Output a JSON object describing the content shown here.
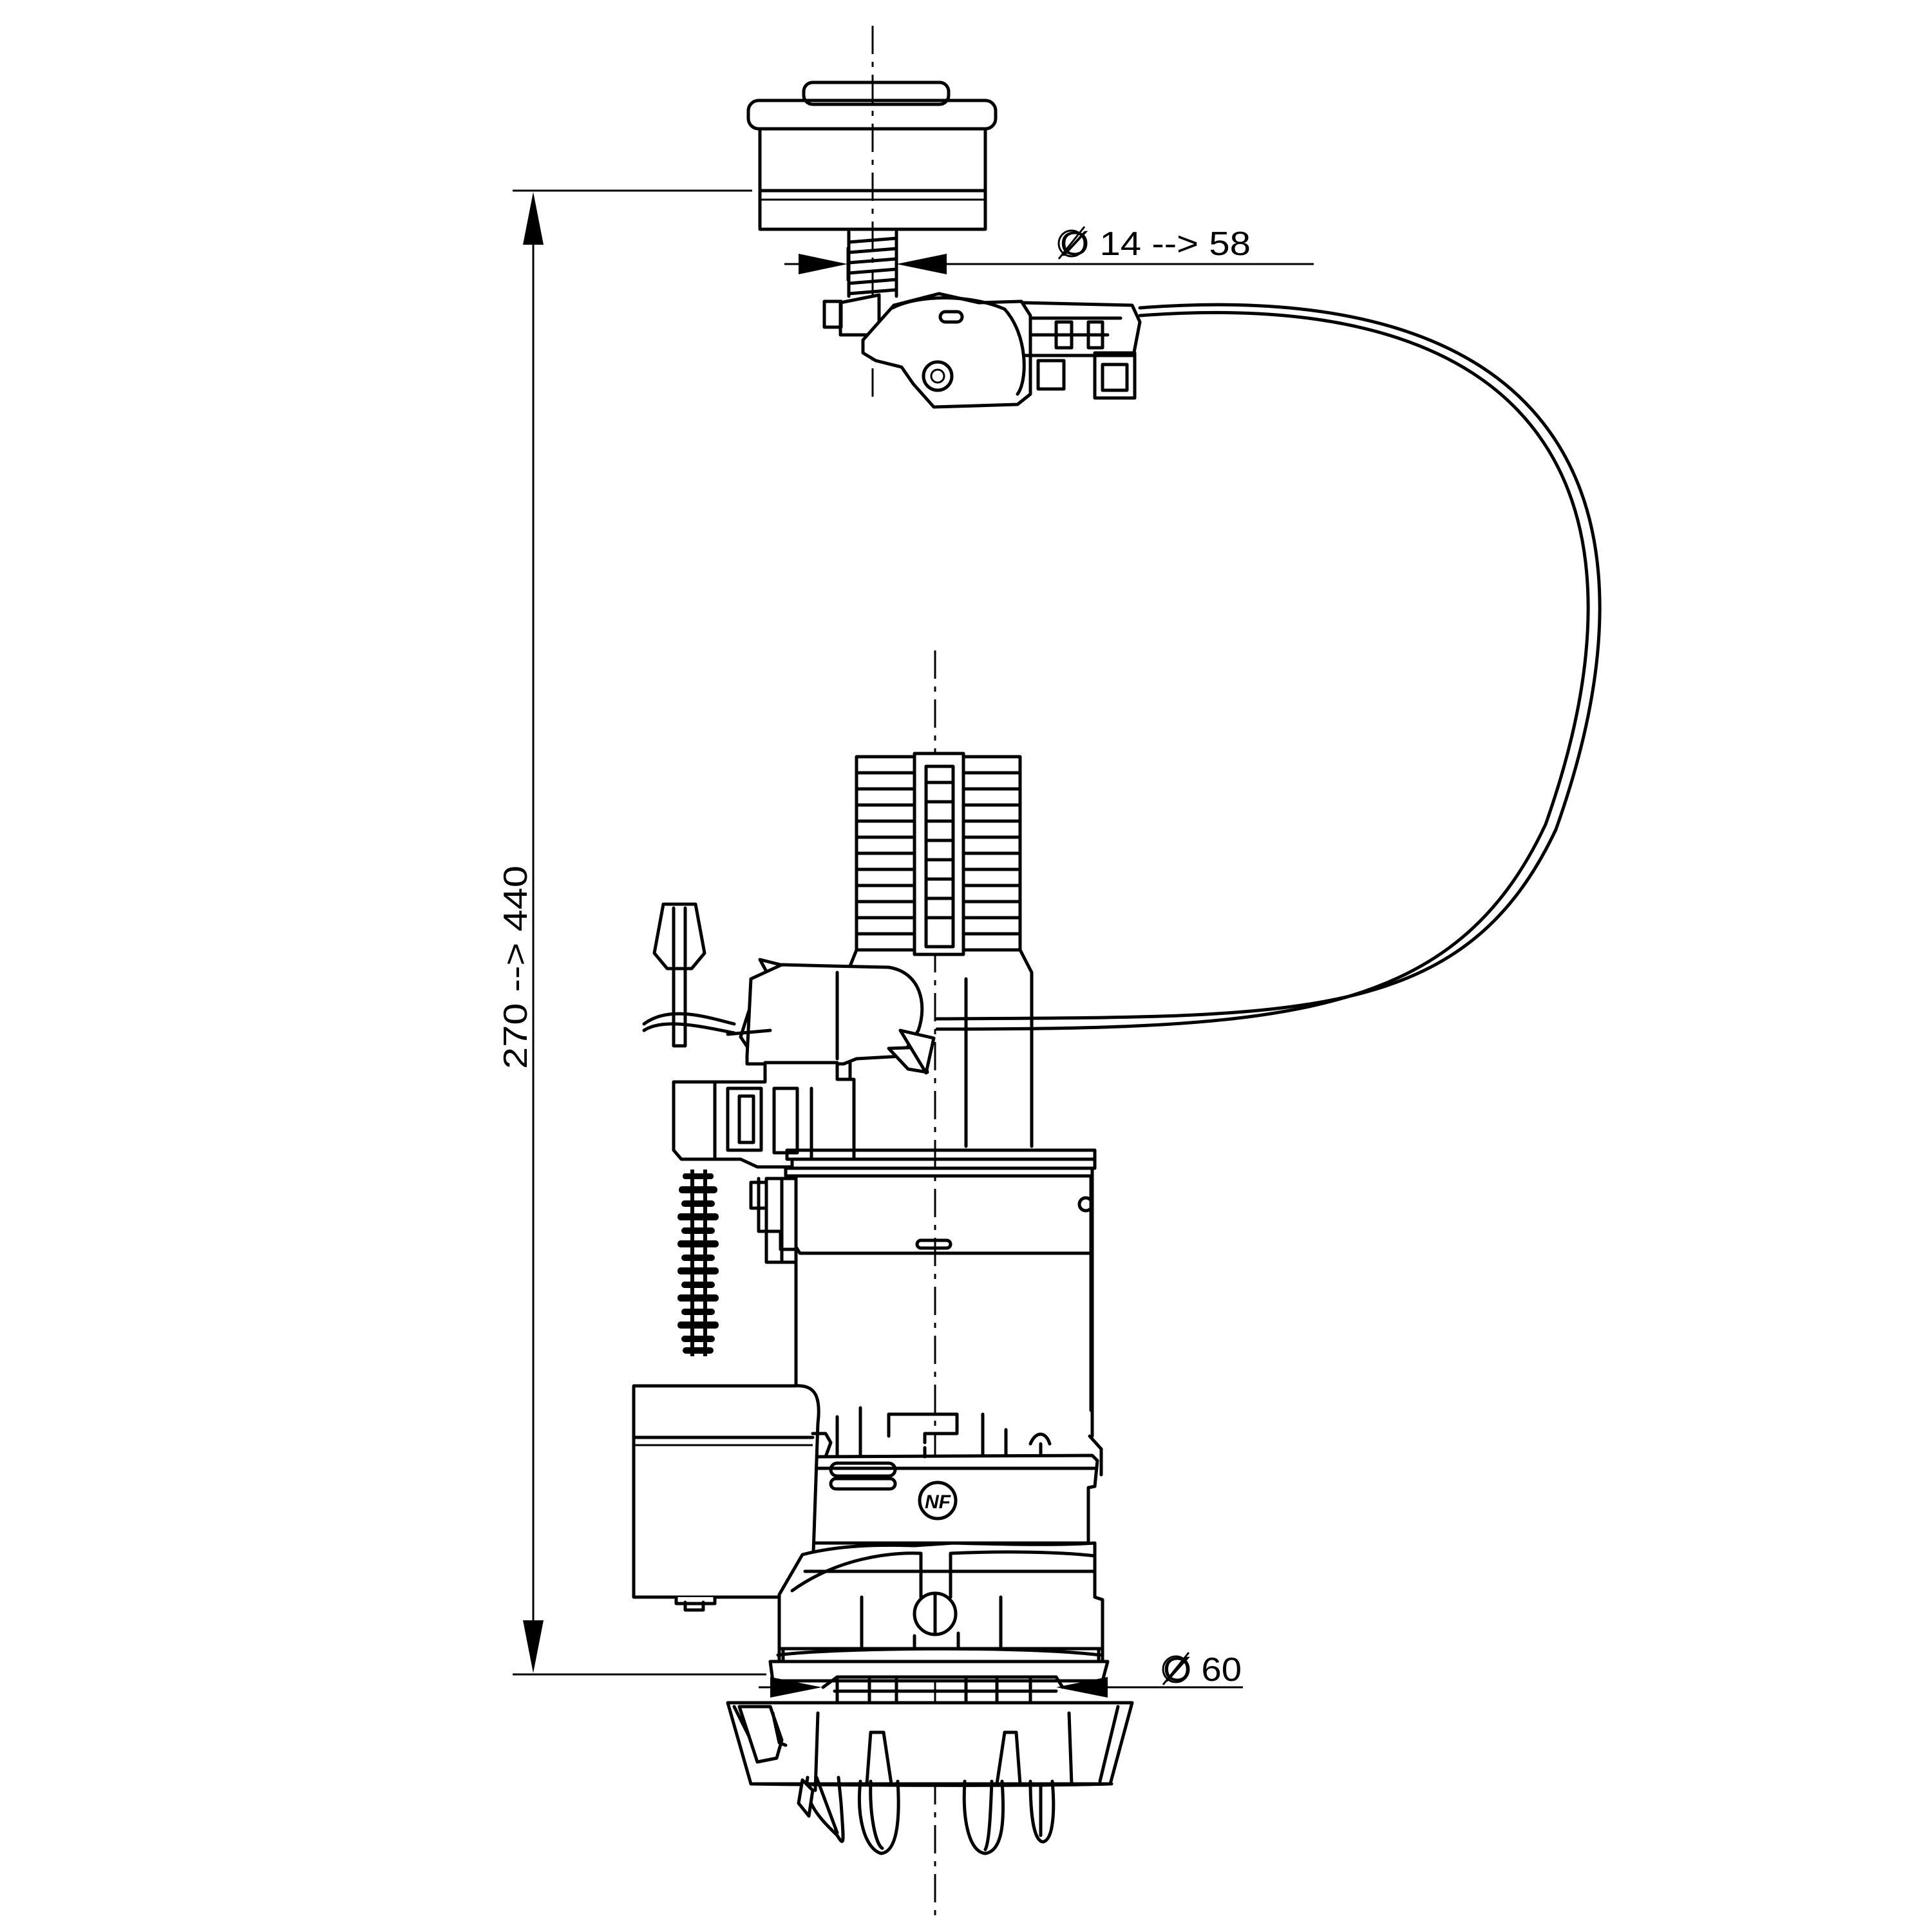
{
  "dimensions": {
    "button_diameter": "Ø 14 --> 58",
    "height_range": "270 --> 440",
    "base_diameter": "Ø 60"
  },
  "logo": "NF"
}
